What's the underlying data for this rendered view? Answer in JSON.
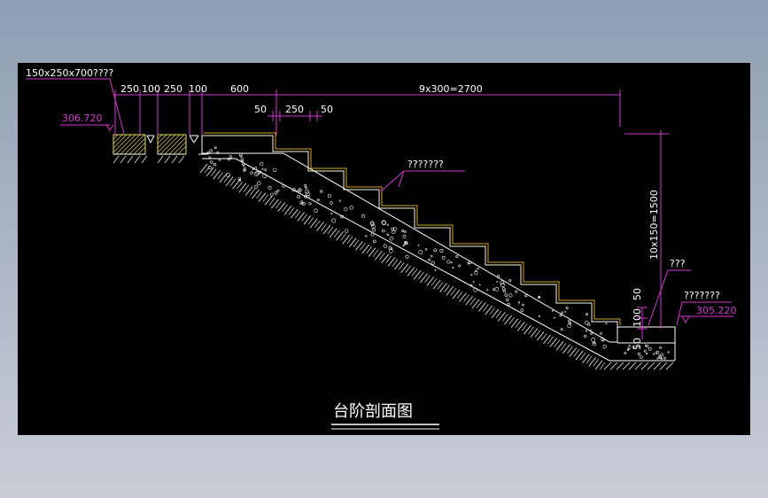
{
  "drawing": {
    "spec_note": "150x250x700????",
    "elevation_top": "306.720",
    "elevation_bottom": "305.220",
    "dims_top": [
      "250",
      "100",
      "250",
      "100",
      "600"
    ],
    "dim_run": "9x300=2700",
    "dim_nosing_left": "50",
    "dim_tread": "250",
    "dim_nosing_right": "50",
    "dim_rise": "10x150=1500",
    "dim_base_50_top": "50",
    "dim_base_100": "100",
    "dim_base_50_bottom": "50",
    "label_finish": "???????",
    "label_base": "???",
    "label_floor": "???????",
    "title": "台阶剖面图"
  },
  "colors": {
    "background": "#000000",
    "dimension_line": "#d437d4",
    "finish_line": "#d7a52a",
    "structure_line": "#ffffff",
    "accent_yellow": "#e9e04a"
  }
}
